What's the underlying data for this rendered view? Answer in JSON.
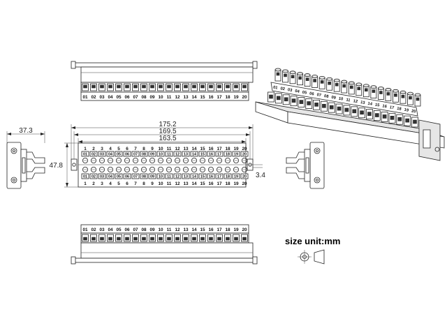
{
  "terminal_labels": [
    "01",
    "02",
    "03",
    "04",
    "05",
    "06",
    "07",
    "08",
    "09",
    "10",
    "11",
    "12",
    "13",
    "14",
    "15",
    "16",
    "17",
    "18",
    "19",
    "20"
  ],
  "plain_labels": [
    "1",
    "2",
    "3",
    "4",
    "5",
    "6",
    "7",
    "8",
    "9",
    "10",
    "11",
    "12",
    "13",
    "14",
    "15",
    "16",
    "17",
    "18",
    "19",
    "20"
  ],
  "dimensions": {
    "side_width": "37.3",
    "overall_length": "175.2",
    "rail_length": "169.5",
    "body_length": "163.5",
    "height": "47.8",
    "mount_hole": "3.4"
  },
  "unit_label": "size unit:mm"
}
